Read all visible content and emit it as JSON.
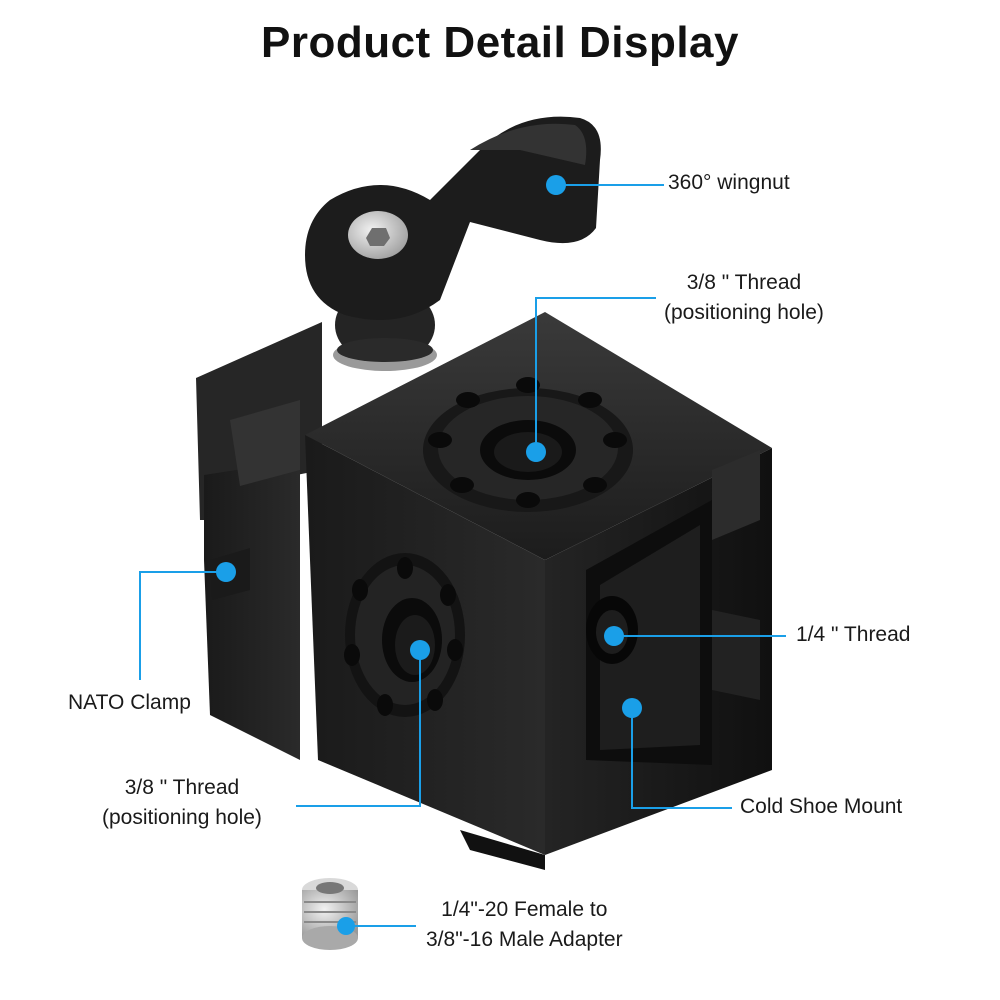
{
  "title": "Product Detail Display",
  "accent_color": "#1a9fe8",
  "callouts": [
    {
      "id": "wingnut",
      "lines": [
        "360° wingnut"
      ]
    },
    {
      "id": "thread-top",
      "lines": [
        "3/8 \" Thread",
        "(positioning hole)"
      ]
    },
    {
      "id": "nato",
      "lines": [
        "NATO Clamp"
      ]
    },
    {
      "id": "quarter",
      "lines": [
        "1/4 \" Thread"
      ]
    },
    {
      "id": "thread-front",
      "lines": [
        "3/8 \" Thread",
        "(positioning hole)"
      ]
    },
    {
      "id": "coldshoe",
      "lines": [
        "Cold Shoe Mount"
      ]
    },
    {
      "id": "adapter",
      "lines": [
        "1/4\"-20 Female to",
        "3/8\"-16 Male Adapter"
      ]
    }
  ]
}
